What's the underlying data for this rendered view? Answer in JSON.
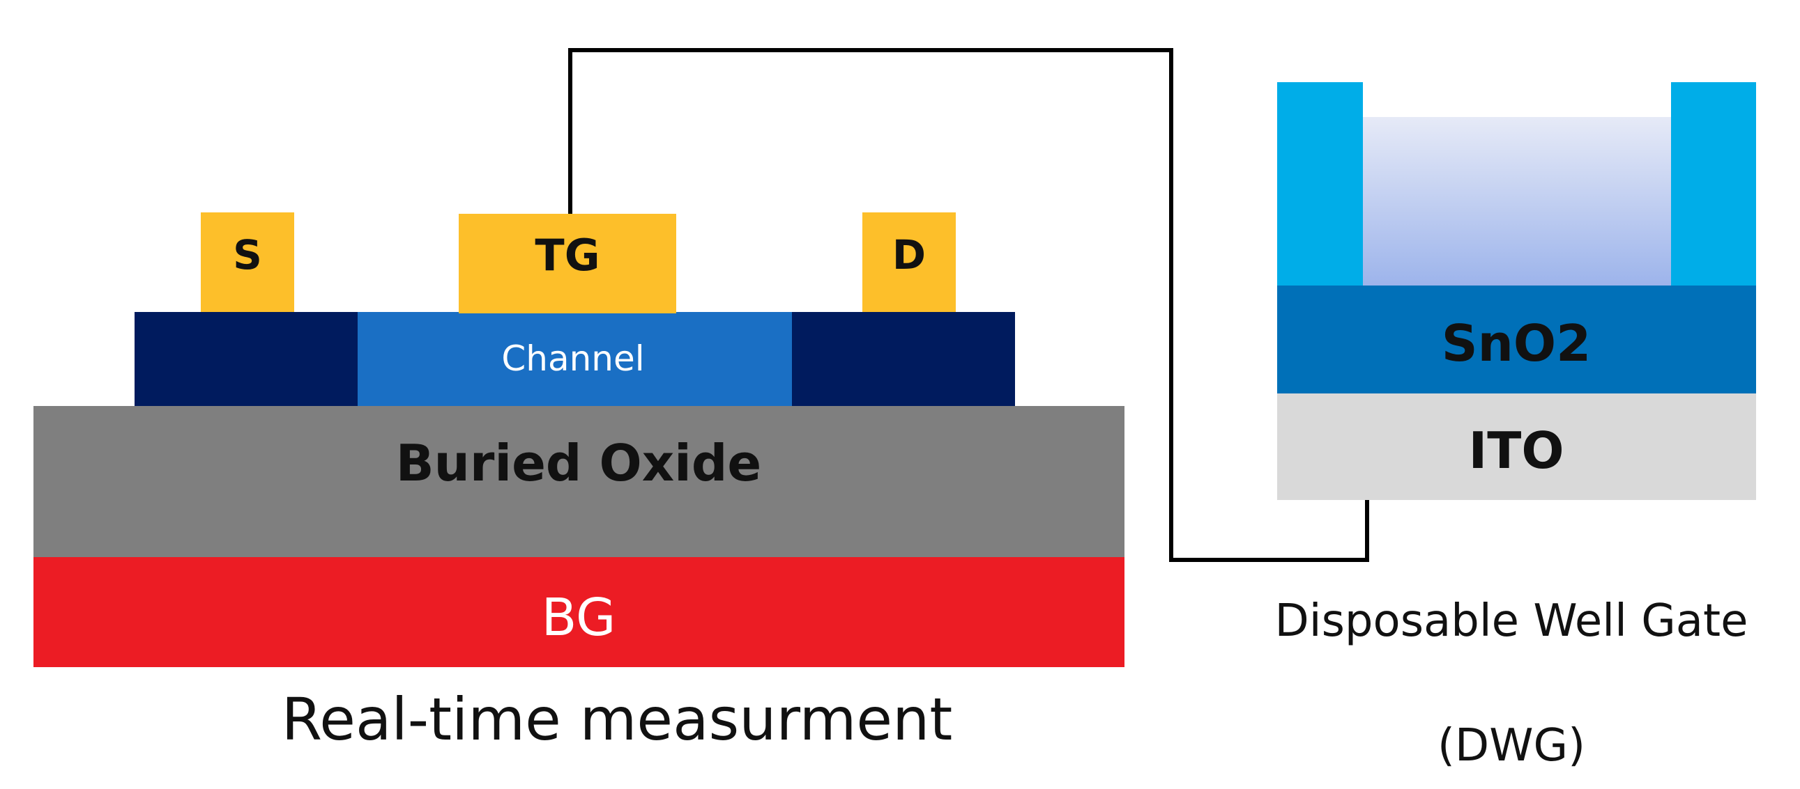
{
  "colors": {
    "electrode": "#FDBF2A",
    "channel": "#1A6FC4",
    "source_drain_region": "#001B5E",
    "buried_oxide": "#7F7F7F",
    "back_gate": "#EC1C24",
    "well_wall": "#00ADE8",
    "well_liquid_top": "#E6EAF7",
    "well_liquid_bottom": "#9DB4EB",
    "sno2": "#0070B8",
    "ito": "#D9D9D9",
    "wire": "#000000"
  },
  "device": {
    "source_label": "S",
    "top_gate_label": "TG",
    "drain_label": "D",
    "channel_label": "Channel",
    "buried_oxide_label": "Buried Oxide",
    "back_gate_label": "BG",
    "caption": "Real-time measurment"
  },
  "dwg": {
    "sno2_label": "SnO2",
    "ito_label": "ITO",
    "caption_line1": "Disposable Well Gate",
    "caption_line2": "(DWG)"
  }
}
